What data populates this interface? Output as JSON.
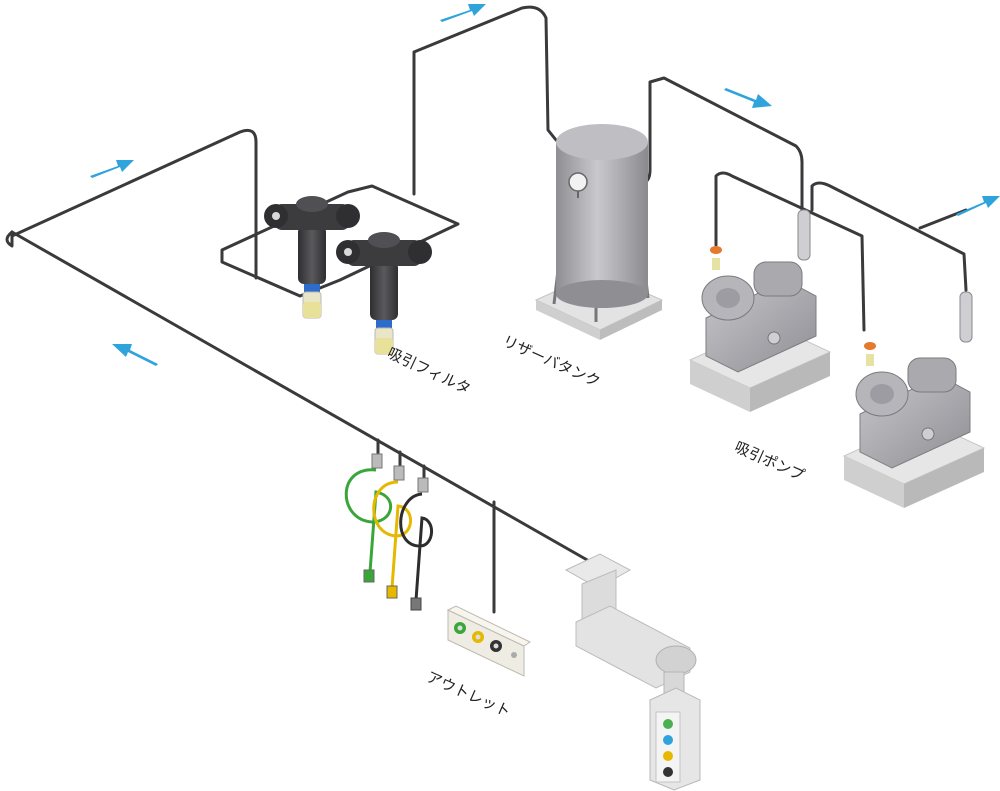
{
  "labels": {
    "suction_filter": "吸引フィルタ",
    "reservoir_tank": "リザーバタンク",
    "suction_pump": "吸引ポンプ",
    "outlet": "アウトレット"
  },
  "colors": {
    "pipe": "#3a3a3c",
    "flow_arrow": "#2ea3dc",
    "filter_body": "#3f3f42",
    "tank_body": "#a8a8ad",
    "pump_body": "#9c9ca2",
    "base_block": "#dcdcdc",
    "hose_green": "#3aa63a",
    "hose_yellow": "#e6b800",
    "hose_black": "#2d2d2d",
    "outlet_ring_green": "#3aa63a",
    "outlet_ring_yellow": "#e6b800",
    "outlet_ring_black": "#333333",
    "pendant_light_green": "#4caf50",
    "pendant_light_blue": "#2ea3dc",
    "pendant_light_yellow": "#e6b800",
    "pendant_light_black": "#333333"
  },
  "icons": [
    "flow-arrow-icon",
    "suction-filter-icon",
    "reservoir-tank-icon",
    "suction-pump-icon",
    "hose-icon",
    "wall-outlet-icon",
    "ceiling-pendant-icon"
  ]
}
